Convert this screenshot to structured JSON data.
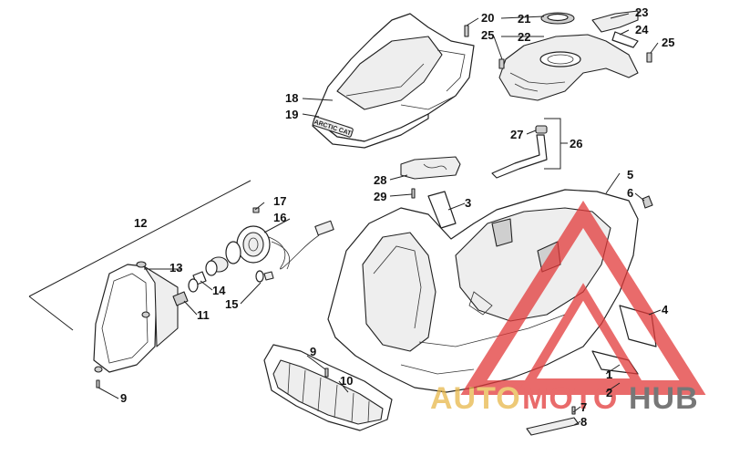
{
  "diagram": {
    "callouts": [
      "1",
      "2",
      "3",
      "4",
      "5",
      "6",
      "7",
      "8",
      "9",
      "9",
      "10",
      "11",
      "12",
      "13",
      "14",
      "15",
      "16",
      "17",
      "18",
      "19",
      "20",
      "21",
      "22",
      "23",
      "24",
      "25",
      "25",
      "26",
      "27",
      "28",
      "29"
    ],
    "decal_text": "ARCTIC CAT"
  },
  "watermark": {
    "word_auto": "AUTO",
    "word_moto": "MOTO",
    "word_hub": "HUB",
    "color_auto": "#e8b84a",
    "color_moto": "#e23a3a",
    "color_hub": "#4a4a4a",
    "triangle_color": "#e23a3a"
  }
}
